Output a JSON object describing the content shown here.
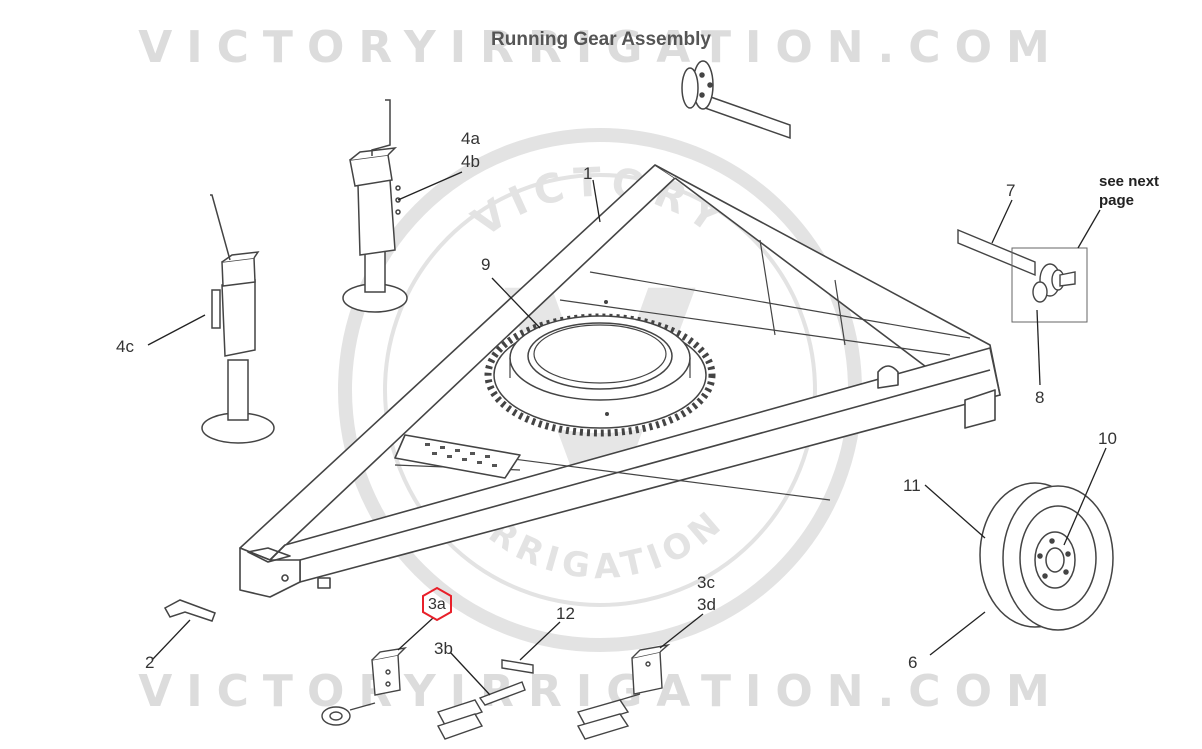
{
  "diagram": {
    "title": "Running Gear Assembly",
    "watermark_top": "VICTORYIRRIGATION.COM",
    "watermark_bottom": "VICTORYIRRIGATION.COM",
    "watermark_logo_letter": "V",
    "watermark_arc_top": "VICTORY",
    "watermark_arc_bottom": "IRRIGATION",
    "highlight_color": "#e8202a",
    "line_color": "#444444",
    "callouts": {
      "c1": "1",
      "c2": "2",
      "c3a": "3a",
      "c3b": "3b",
      "c3c": "3c",
      "c3d": "3d",
      "c4a": "4a",
      "c4b": "4b",
      "c4c": "4c",
      "c6": "6",
      "c7": "7",
      "c8": "8",
      "c9": "9",
      "c10": "10",
      "c11": "11",
      "c12": "12",
      "note": "see next page"
    }
  }
}
